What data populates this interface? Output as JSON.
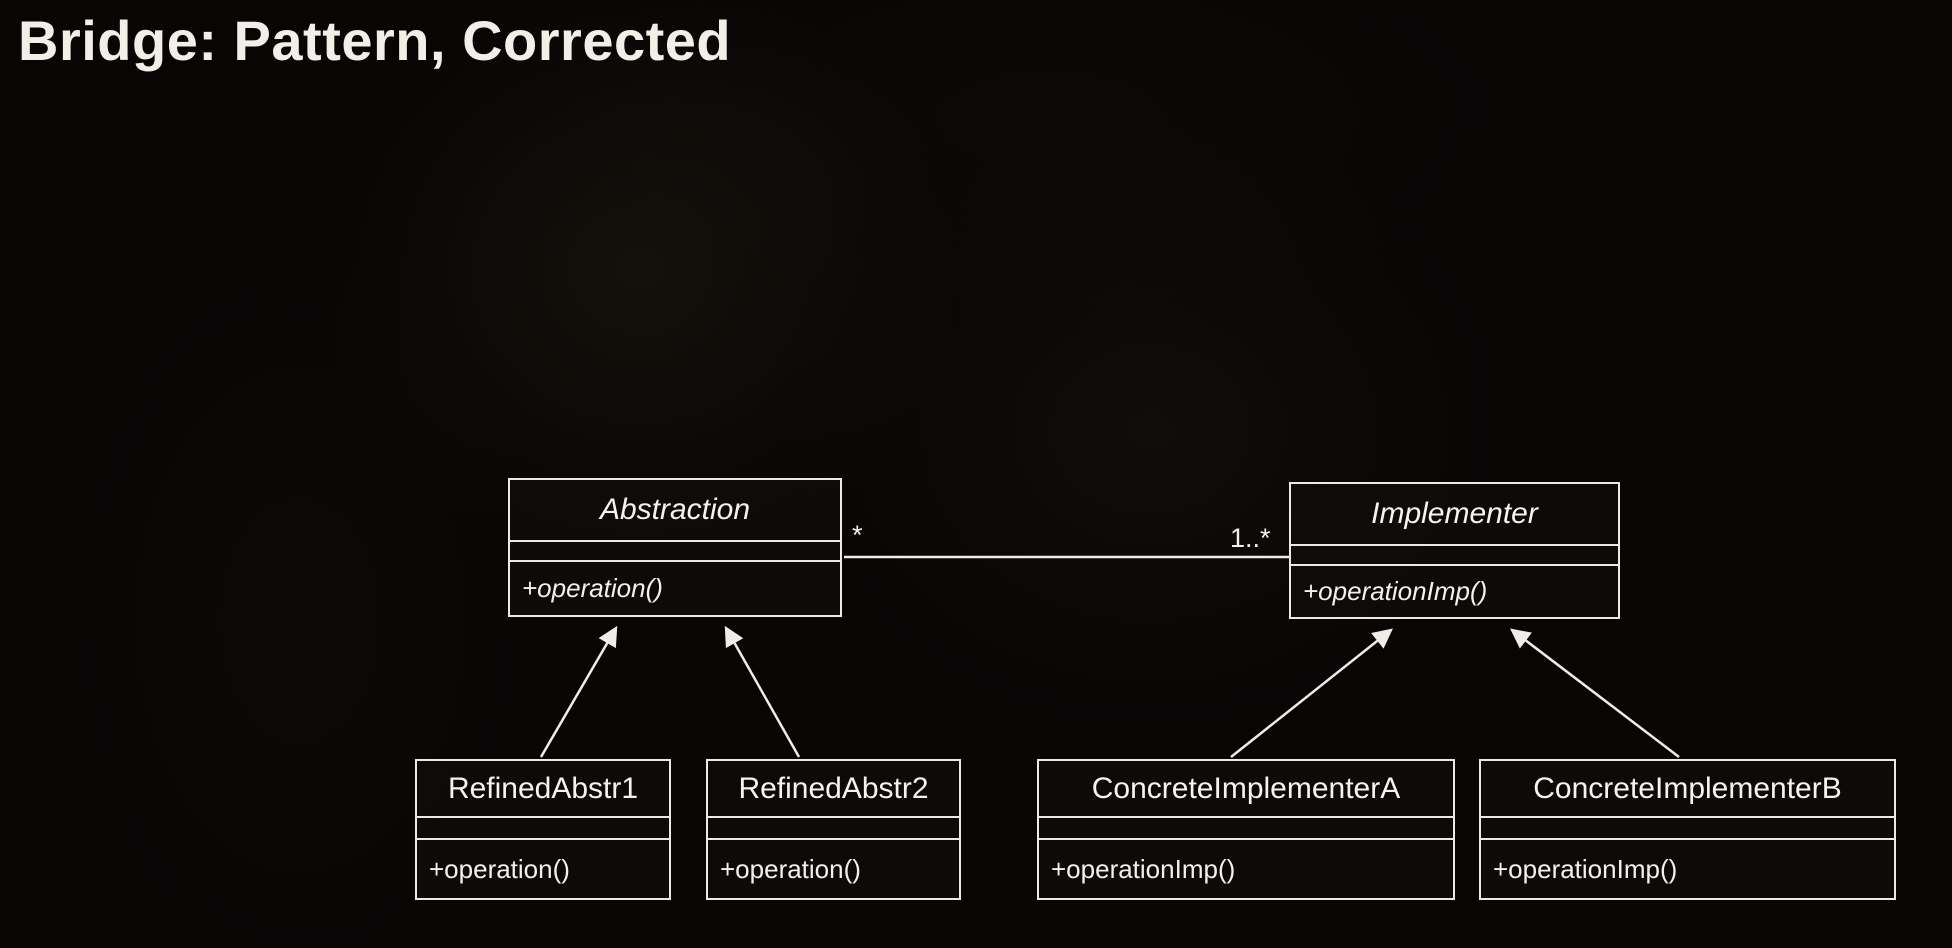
{
  "slide": {
    "title": "Bridge: Pattern, Corrected"
  },
  "diagram": {
    "type": "uml-class-diagram",
    "association": {
      "left_multiplicity": "*",
      "right_multiplicity": "1..*"
    },
    "classes": {
      "abstraction": {
        "name": "Abstraction",
        "operation": "+operation()",
        "abstract": true
      },
      "implementer": {
        "name": "Implementer",
        "operation": "+operationImp()",
        "abstract": true
      },
      "refined1": {
        "name": "RefinedAbstr1",
        "operation": "+operation()",
        "abstract": false
      },
      "refined2": {
        "name": "RefinedAbstr2",
        "operation": "+operation()",
        "abstract": false
      },
      "concreteA": {
        "name": "ConcreteImplementerA",
        "operation": "+operationImp()",
        "abstract": false
      },
      "concreteB": {
        "name": "ConcreteImplementerB",
        "operation": "+operationImp()",
        "abstract": false
      }
    },
    "relations": [
      {
        "from": "refined1",
        "to": "abstraction",
        "type": "generalization"
      },
      {
        "from": "refined2",
        "to": "abstraction",
        "type": "generalization"
      },
      {
        "from": "concreteA",
        "to": "implementer",
        "type": "generalization"
      },
      {
        "from": "concreteB",
        "to": "implementer",
        "type": "generalization"
      },
      {
        "from": "abstraction",
        "to": "implementer",
        "type": "association"
      }
    ],
    "colors": {
      "line": "#f0ede8",
      "background": "#070605",
      "text": "#f3f1ec"
    }
  }
}
